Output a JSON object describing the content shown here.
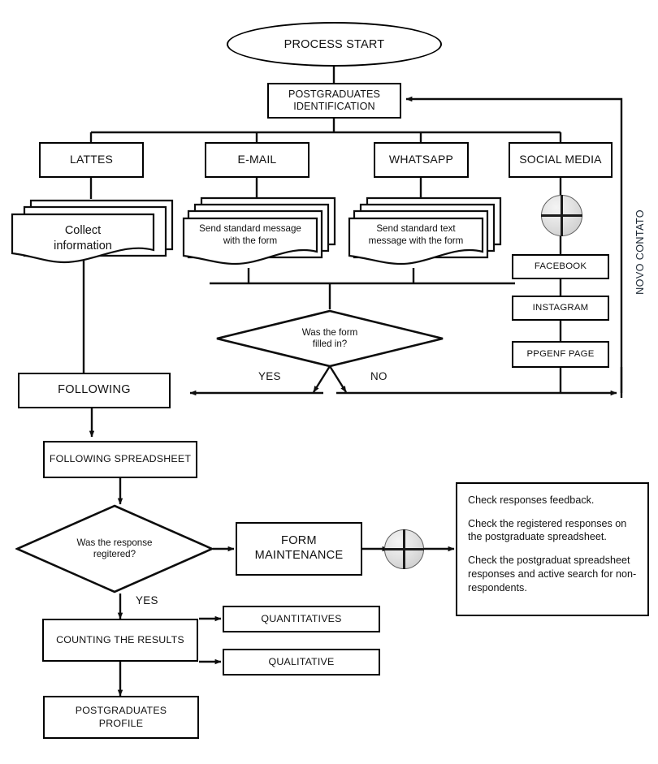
{
  "diagram": {
    "title": "Postgraduates Identification and Follow-up Process Flowchart",
    "accent_line_color": "#000000",
    "junction_fill_color": "#e3e3e3",
    "side_label_color": "#1b2733"
  },
  "nodes": {
    "process_start": "PROCESS START",
    "postgraduates_identification": "POSTGRADUATES\nIDENTIFICATION",
    "channels": [
      {
        "key": "lattes",
        "label": "LATTES"
      },
      {
        "key": "email",
        "label": "E-MAIL"
      },
      {
        "key": "whatsapp",
        "label": "WHATSAPP"
      },
      {
        "key": "social_media",
        "label": "SOCIAL MEDIA"
      }
    ],
    "documents": [
      {
        "key": "lattes_doc",
        "label": "Collect\ninformation"
      },
      {
        "key": "email_doc",
        "label": "Send standard message\nwith the form"
      },
      {
        "key": "whatsapp_doc",
        "label": "Send standard text\nmessage with the form"
      }
    ],
    "social_media_children": [
      {
        "key": "facebook",
        "label": "FACEBOOK"
      },
      {
        "key": "instagram",
        "label": "INSTAGRAM"
      },
      {
        "key": "ppgenf_page",
        "label": "PPGENF PAGE"
      }
    ],
    "decision_form": "Was the form\nfilled in?",
    "decision_response": "Was the response\nregitered?",
    "following": "FOLLOWING",
    "following_spreadsheet": "FOLLOWING SPREADSHEET",
    "form_maintenance": "FORM\nMAINTENANCE",
    "counting_the_results": "COUNTING THE RESULTS",
    "quantitatives": "QUANTITATIVES",
    "qualitative": "QUALITATIVE",
    "postgraduates_profile": "POSTGRADUATES\nPROFILE"
  },
  "note": {
    "lines": [
      "Check responses feedback.",
      "Check the registered responses on the postgraduate spreadsheet.",
      "Check the postgraduat spreadsheet responses and active search for non-respondents."
    ]
  },
  "edge_labels": {
    "yes_form": "YES",
    "no_form": "NO",
    "yes_response": "YES",
    "novo_contato": "NOVO CONTATO"
  }
}
